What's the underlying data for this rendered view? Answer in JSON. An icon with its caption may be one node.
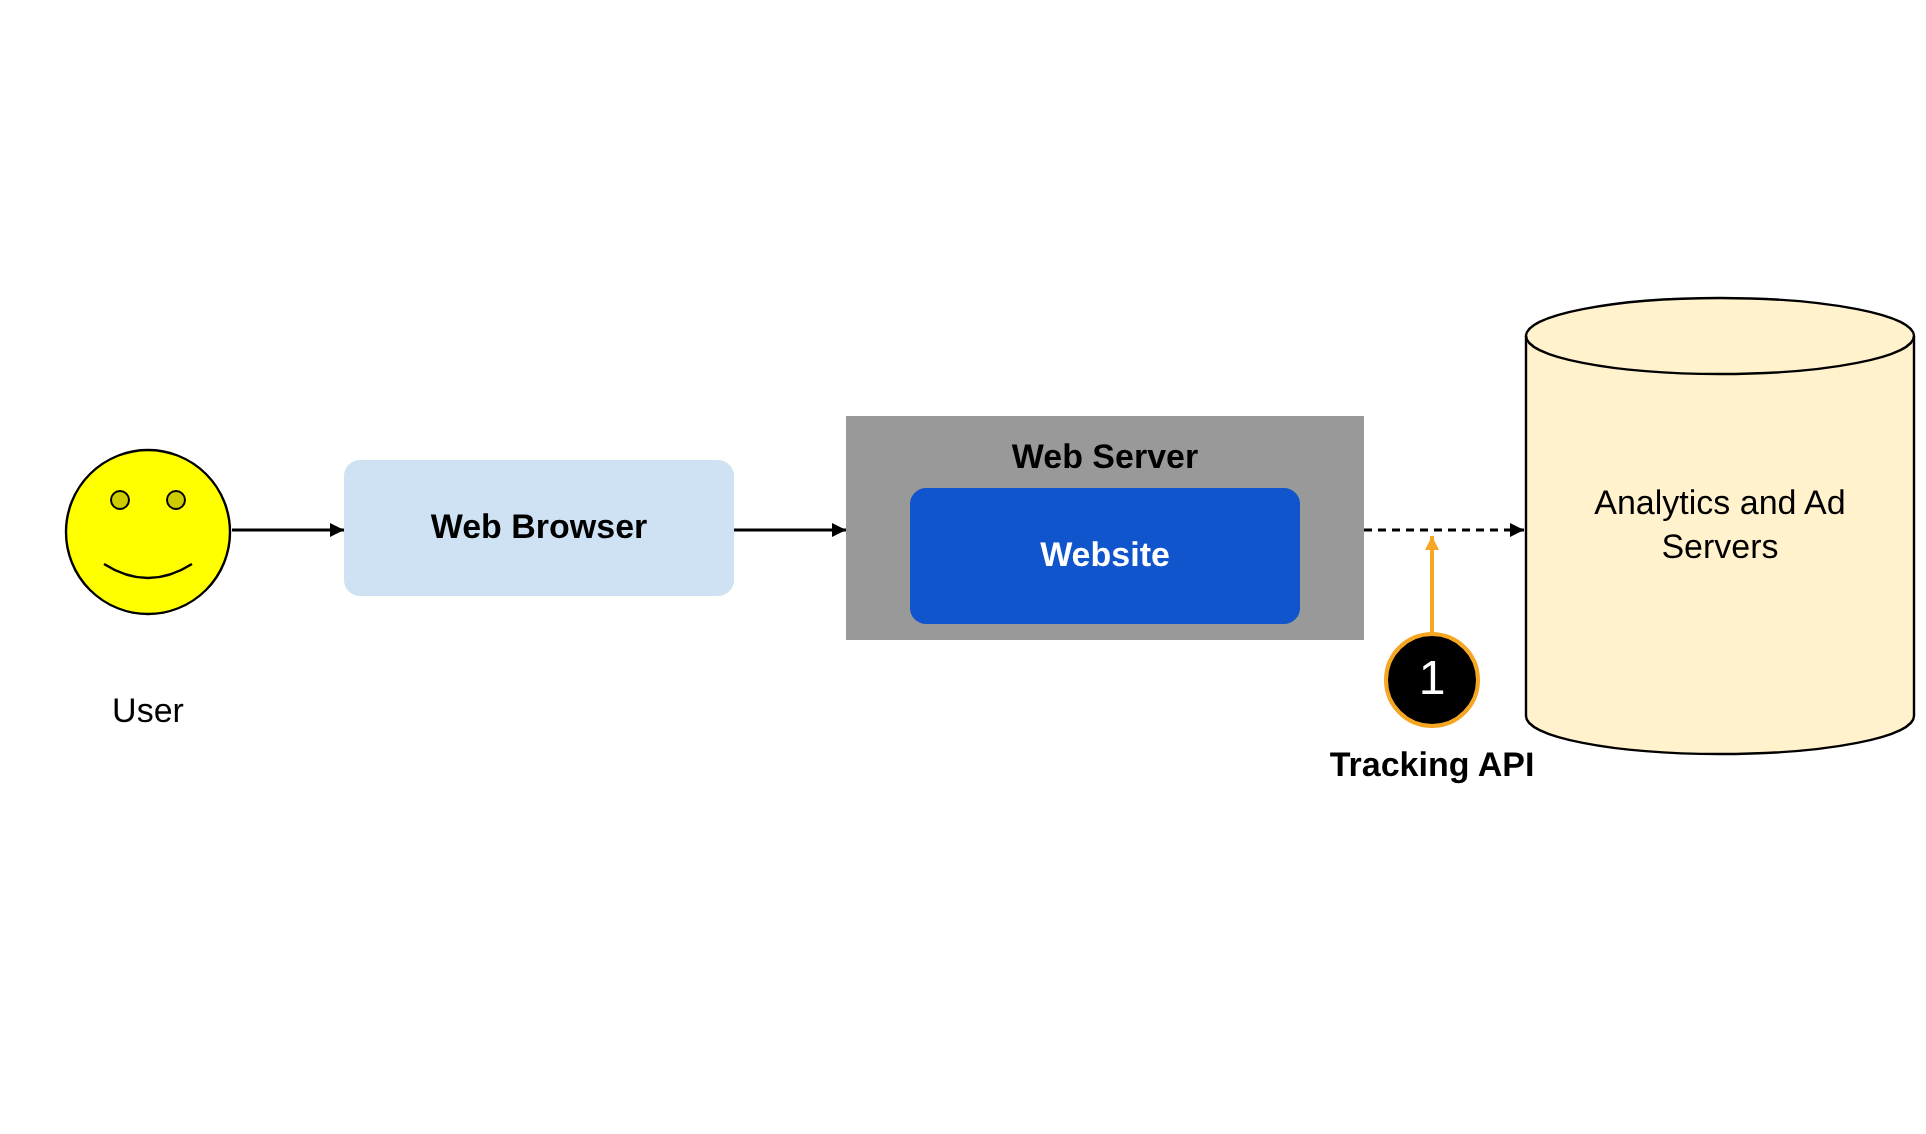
{
  "diagram": {
    "nodes": [
      {
        "text": [],
        "shape": "picture",
        "beside": [
          "User"
        ]
      },
      {
        "text": [
          "Web Browser"
        ]
      },
      {
        "text": [
          "Web Server"
        ]
      },
      {
        "text": [
          "Website"
        ],
        "in": 2
      },
      {
        "text": [
          "Analytics and Ad Servers"
        ]
      },
      {
        "text": [
          "1"
        ]
      }
    ],
    "labels": [
      "Tracking API"
    ],
    "edges": [
      {
        "from": 0,
        "to": 1,
        "arrow": "to"
      },
      {
        "from": 1,
        "to": 2,
        "arrow": "to"
      },
      {
        "from": 2,
        "to": 4,
        "arrow": "to",
        "style": "dashed"
      },
      {
        "from": 5,
        "to": null,
        "arrow": "to",
        "color": "#f5a623"
      }
    ]
  }
}
